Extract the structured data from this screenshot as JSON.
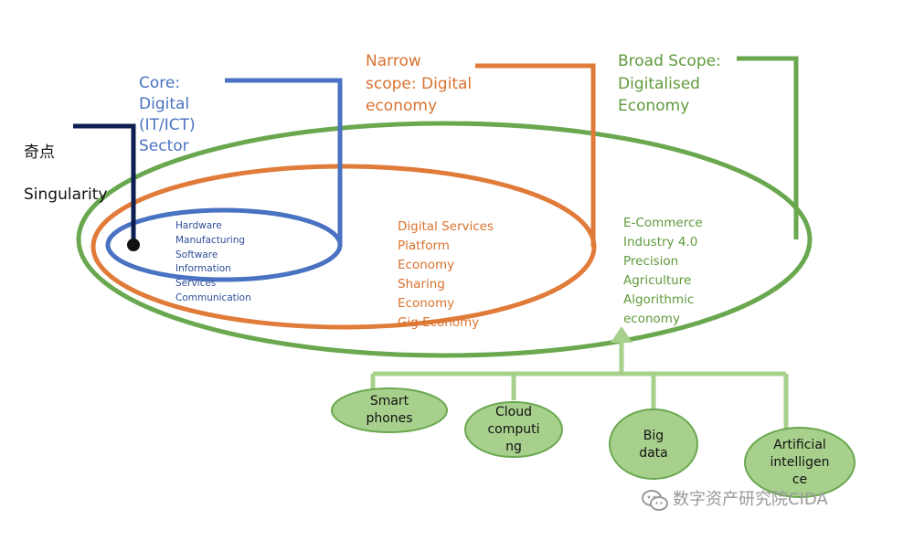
{
  "singularity": {
    "label_cn": "奇点",
    "label_en": "Singularity",
    "color": "#0d1f52"
  },
  "core": {
    "title": "Core:\nDigital\n(IT/ICT)\nSector",
    "items": "Hardware\nManufacturing\nSoftware\nInformation\nServices\nCommunication",
    "color": "#4a72c2"
  },
  "narrow": {
    "title": "Narrow\nscope: Digital\neconomy",
    "items": "Digital Services\nPlatform\nEconomy\nSharing\nEconomy\nGig Economy",
    "color": "#e07b39"
  },
  "broad": {
    "title": "Broad Scope:\nDigitalised\nEconomy",
    "items": "E-Commerce\nIndustry 4.0\nPrecision\nAgriculture\nAlgorithmic\neconomy",
    "color": "#6aa84f"
  },
  "technologies": [
    {
      "label": "Smart\nphones"
    },
    {
      "label": "Cloud\ncomputi\nng"
    },
    {
      "label": "Big\ndata"
    },
    {
      "label": "Artificial\nintelligen\nce"
    }
  ],
  "watermark": {
    "text": "数字资产研究院CIDA"
  }
}
